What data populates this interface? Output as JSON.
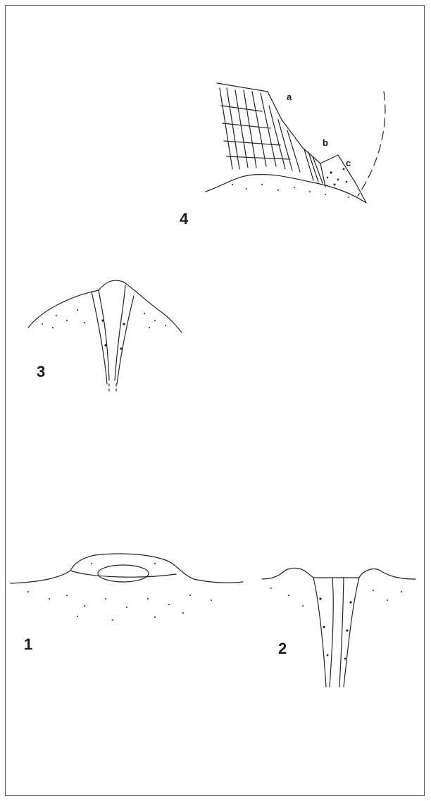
{
  "figures": [
    {
      "id": "1",
      "label": "1"
    },
    {
      "id": "2",
      "label": "2"
    },
    {
      "id": "3",
      "label": "3"
    },
    {
      "id": "4",
      "label": "4",
      "parts": [
        "a",
        "b",
        "c"
      ]
    }
  ],
  "colors": {
    "ink": "#1a1a1a",
    "frame": "#555555"
  }
}
